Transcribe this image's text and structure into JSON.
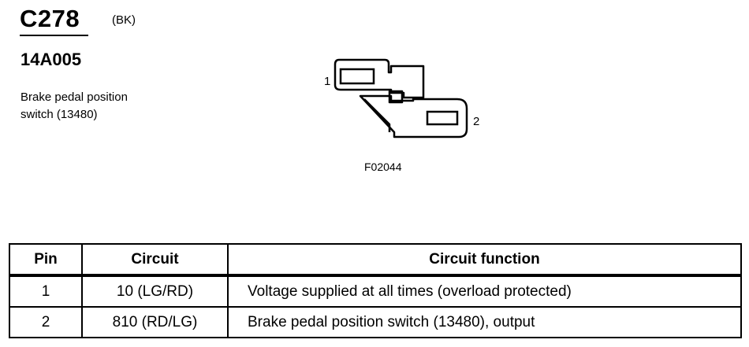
{
  "connector": {
    "id": "C278",
    "color": "(BK)",
    "part_number": "14A005",
    "description_lines": [
      "Brake pedal position",
      "switch (13480)"
    ]
  },
  "diagram": {
    "pin_labels": [
      "1",
      "2"
    ],
    "figure_code": "F02044"
  },
  "table": {
    "headers": [
      "Pin",
      "Circuit",
      "Circuit function"
    ],
    "rows": [
      {
        "pin": "1",
        "circuit": "10 (LG/RD)",
        "function": "Voltage supplied at all times (overload protected)"
      },
      {
        "pin": "2",
        "circuit": "810 (RD/LG)",
        "function": "Brake pedal position switch (13480), output"
      }
    ]
  }
}
